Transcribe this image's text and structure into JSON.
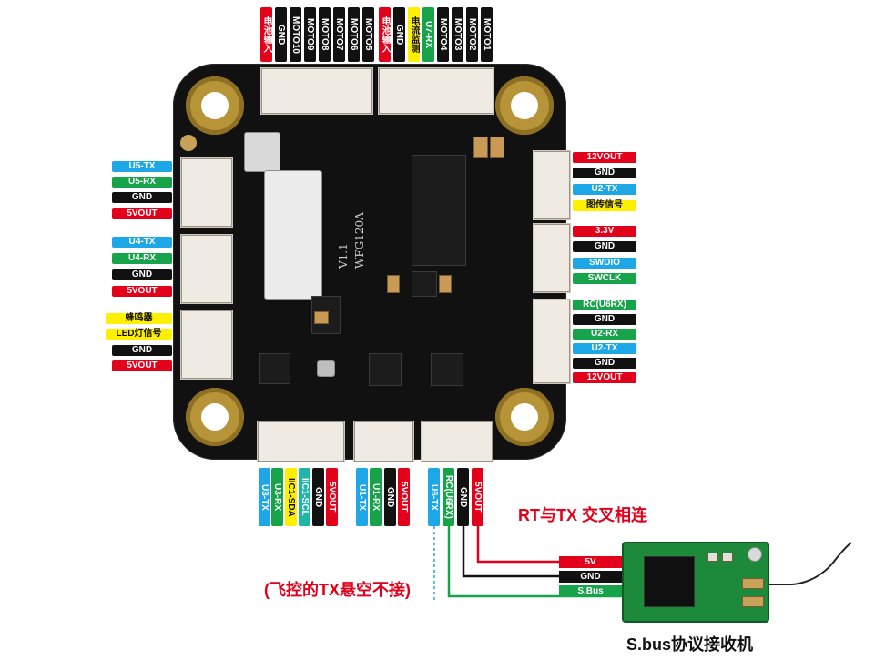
{
  "top_left_labels": [
    "电池输入",
    "GND",
    "MOTO10",
    "MOTO9",
    "MOTO8",
    "MOTO7",
    "MOTO6",
    "MOTO5"
  ],
  "top_right_labels": [
    "电池输入",
    "GND",
    "电流监测",
    "U7-RX",
    "MOTO4",
    "MOTO3",
    "MOTO2",
    "MOTO1"
  ],
  "left_group1": [
    "U5-TX",
    "U5-RX",
    "GND",
    "5VOUT"
  ],
  "left_group2": [
    "U4-TX",
    "U4-RX",
    "GND",
    "5VOUT"
  ],
  "left_group3": [
    "蜂鸣器",
    "LED灯信号",
    "GND",
    "5VOUT"
  ],
  "right_group1": [
    "12VOUT",
    "GND",
    "U2-TX",
    "图传信号"
  ],
  "right_group2": [
    "3.3V",
    "GND",
    "SWDIO",
    "SWCLK"
  ],
  "right_group3": [
    "RC(U6RX)",
    "GND",
    "U2-RX",
    "U2-TX",
    "GND",
    "12VOUT"
  ],
  "bottom_group1": [
    "U3-TX",
    "U3-RX",
    "IIC1-SDA",
    "IIC1-SCL",
    "GND",
    "5VOUT"
  ],
  "bottom_group2": [
    "U1-TX",
    "U1-RX",
    "GND",
    "5VOUT"
  ],
  "bottom_group3": [
    "U6-TX",
    "RC(U6RX)",
    "GND",
    "5VOUT"
  ],
  "board_text": {
    "version": "V1.1",
    "model": "WFG120A"
  },
  "annotations": {
    "cross_note": "RT与TX 交叉相连",
    "tx_note": "(飞控的TX悬空不接)",
    "receiver_caption": "S.bus协议接收机"
  },
  "receiver_pins": [
    "5V",
    "GND",
    "S.Bus"
  ],
  "colors": {
    "red": "#e3001b",
    "black": "#111111",
    "blue": "#1ea7e6",
    "green": "#16a34a",
    "yellow": "#fff000"
  }
}
